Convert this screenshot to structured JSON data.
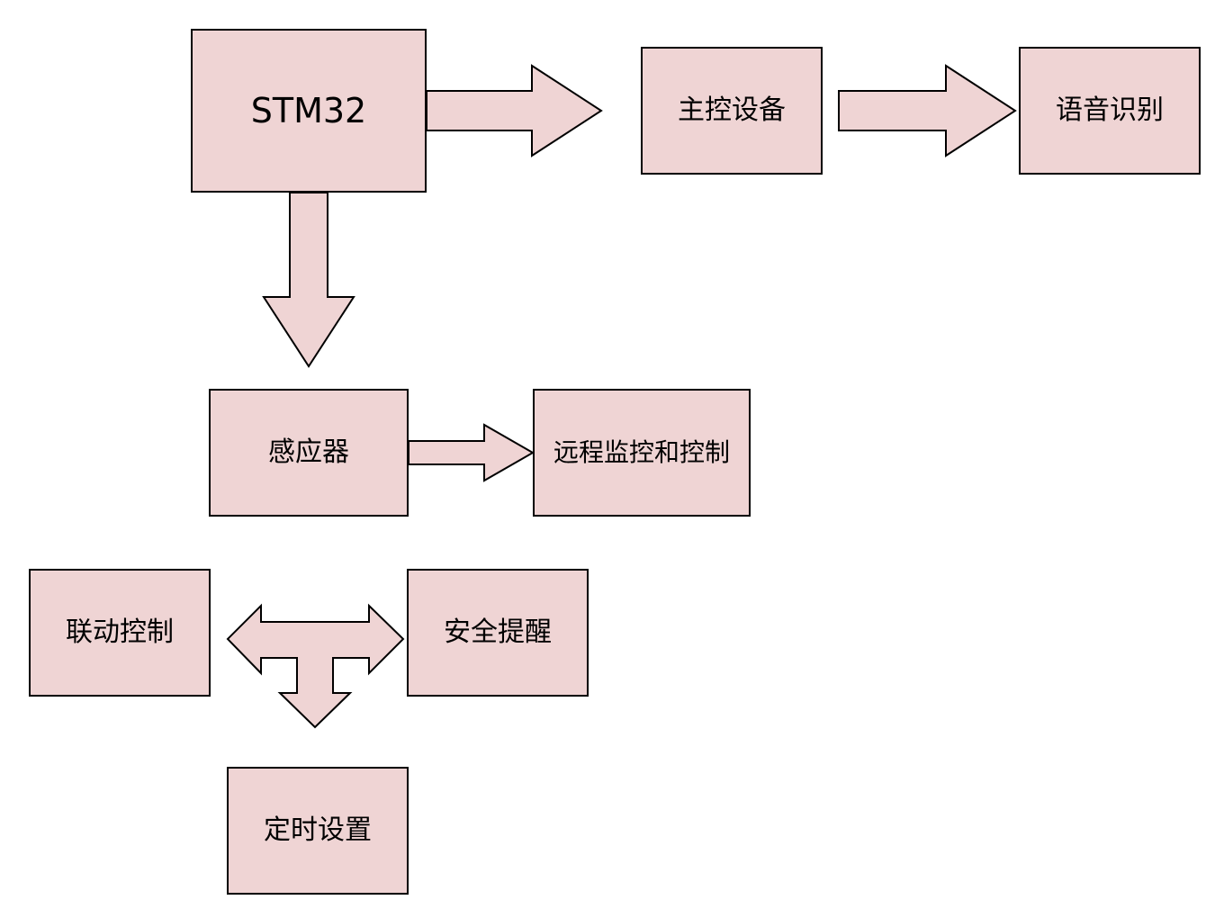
{
  "diagram": {
    "colors": {
      "fill": "#efd4d4",
      "stroke": "#000000",
      "text": "#000000"
    },
    "nodes": {
      "stm32": "STM32",
      "main_device": "主控设备",
      "voice_recognition": "语音识别",
      "sensor": "感应器",
      "remote_monitor": "远程监控和控制",
      "linkage_control": "联动控制",
      "safety_alert": "安全提醒",
      "timer_setting": "定时设置"
    },
    "connections": [
      {
        "from": "STM32",
        "to": "主控设备",
        "shape": "right-arrow"
      },
      {
        "from": "主控设备",
        "to": "语音识别",
        "shape": "right-arrow"
      },
      {
        "from": "STM32",
        "to": "感应器",
        "shape": "down-arrow"
      },
      {
        "from": "感应器",
        "to": "远程监控和控制",
        "shape": "right-arrow"
      },
      {
        "from": "center",
        "to": [
          "联动控制",
          "安全提醒",
          "定时设置"
        ],
        "shape": "tri-arrow"
      }
    ]
  }
}
